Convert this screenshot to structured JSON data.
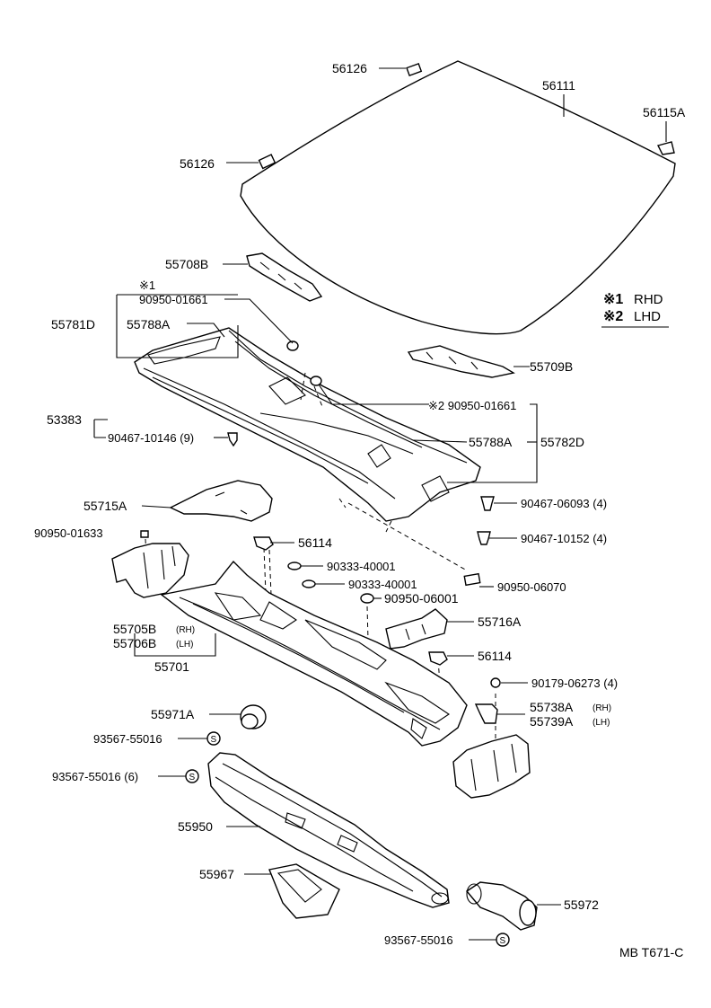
{
  "labels": {
    "p56126_top": "56126",
    "p56111": "56111",
    "p56115A": "56115A",
    "p56126_mid": "56126",
    "p55708B": "55708B",
    "note1_mark": "※1",
    "p90950_01661_a": "90950-01661",
    "p55781D": "55781D",
    "p55788A_a": "55788A",
    "p55709B": "55709B",
    "p90950_01661_b": "※2 90950-01661",
    "p53383": "53383",
    "p90467_10146": "90467-10146 (9)",
    "p55788A_b": "55788A",
    "p55782D": "55782D",
    "p55715A": "55715A",
    "p90467_06093": "90467-06093 (4)",
    "p90467_10152": "90467-10152 (4)",
    "p90950_01633": "90950-01633",
    "p56114_a": "56114",
    "p90333_40001_a": "90333-40001",
    "p90333_40001_b": "90333-40001",
    "p90950_06070": "90950-06070",
    "p90950_06001": "90950-06001",
    "p55705B": "55705B",
    "rh": "(RH)",
    "p55706B": "55706B",
    "lh": "(LH)",
    "p55716A": "55716A",
    "p55701": "55701",
    "p56114_b": "56114",
    "p90179_06273": "90179-06273 (4)",
    "p55971A": "55971A",
    "p55738A": "55738A",
    "rh2": "(RH)",
    "p55739A": "55739A",
    "lh2": "(LH)",
    "p93567_55016_a": "93567-55016",
    "p93567_55016_6": "93567-55016 (6)",
    "p55950": "55950",
    "p55967": "55967",
    "p55972": "55972",
    "p93567_55016_b": "93567-55016",
    "footer": "MB T671-C"
  },
  "legend": {
    "line1_mark": "※1",
    "line1_text": "RHD",
    "line2_mark": "※2",
    "line2_text": "LHD"
  },
  "symbols": {
    "s_mark": "S"
  }
}
